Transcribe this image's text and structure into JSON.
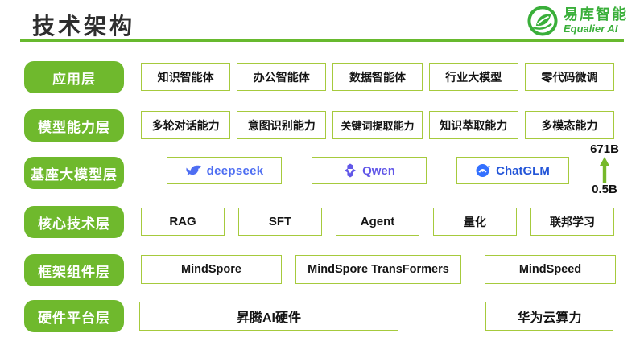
{
  "header": {
    "title": "技术架构",
    "logo": {
      "brand_cn": "易库智能",
      "brand_en": "Equalier AI"
    }
  },
  "colors": {
    "accent_green": "#6fb92d",
    "underline_green": "#67b92e",
    "box_border_green": "#a6ca3d",
    "logo_green": "#3aaf3a",
    "deepseek_blue": "#4e6ef2",
    "qwen_purple": "#6157e8",
    "chatglm_blue": "#2456d8",
    "arrow_green": "#76b82a"
  },
  "icons": {
    "equalier": "leaf-in-circle",
    "deepseek": "whale",
    "qwen": "hexagon-knot-triangle",
    "chatglm": "blue-circle-mascot",
    "scale": "up-arrow"
  },
  "layers": [
    {
      "label": "应用层",
      "items": [
        "知识智能体",
        "办公智能体",
        "数据智能体",
        "行业大模型",
        "零代码微调"
      ]
    },
    {
      "label": "模型能力层",
      "items": [
        "多轮对话能力",
        "意图识别能力",
        "关键词提取能力",
        "知识萃取能力",
        "多模态能力"
      ]
    },
    {
      "label": "基座大模型层",
      "models": [
        {
          "name": "deepseek"
        },
        {
          "name": "Qwen"
        },
        {
          "name": "ChatGLM"
        }
      ],
      "scale_annotation": {
        "top": "671B",
        "bottom": "0.5B"
      }
    },
    {
      "label": "核心技术层",
      "items": [
        "RAG",
        "SFT",
        "Agent",
        "量化",
        "联邦学习"
      ]
    },
    {
      "label": "框架组件层",
      "items": [
        "MindSpore",
        "MindSpore TransFormers",
        "MindSpeed"
      ]
    },
    {
      "label": "硬件平台层",
      "items": [
        "昇腾AI硬件",
        "华为云算力"
      ]
    }
  ]
}
